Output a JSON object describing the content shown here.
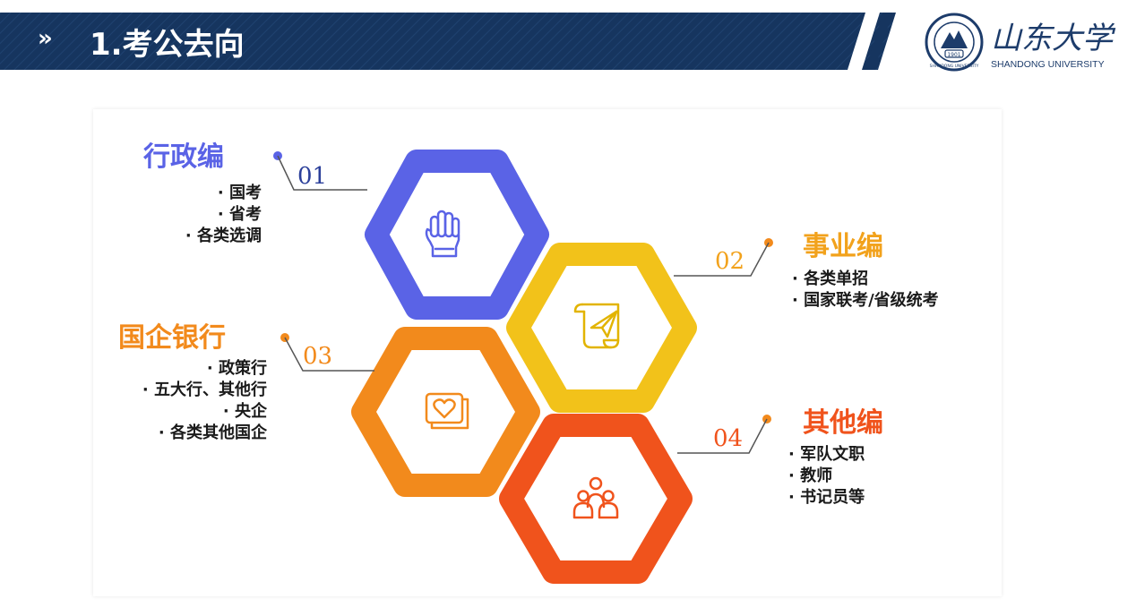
{
  "header": {
    "title": "1.考公去向",
    "chevron": "»",
    "band_color": "#16355f"
  },
  "logo": {
    "seal_year": "1901",
    "seal_ring_text": "SHANDONG UNIVERSITY",
    "name_cn": "山东大学",
    "name_en": "SHANDONG UNIVERSITY",
    "color": "#1d3c6b"
  },
  "categories": [
    {
      "number": "01",
      "title": "行政编",
      "items": [
        "国考",
        "省考",
        "各类选调"
      ],
      "color": "#5a63e6",
      "icon": "fist-icon"
    },
    {
      "number": "02",
      "title": "事业编",
      "items": [
        "各类单招",
        "国家联考/省级统考"
      ],
      "color": "#f2c21a",
      "icon": "scroll-plane-icon"
    },
    {
      "number": "03",
      "title": "国企银行",
      "items": [
        "政策行",
        "五大行、其他行",
        "央企",
        "各类其他国企"
      ],
      "color": "#f28a1c",
      "icon": "heart-card-icon"
    },
    {
      "number": "04",
      "title": "其他编",
      "items": [
        "军队文职",
        "教师",
        "书记员等"
      ],
      "color": "#f0531c",
      "icon": "group-icon"
    }
  ]
}
